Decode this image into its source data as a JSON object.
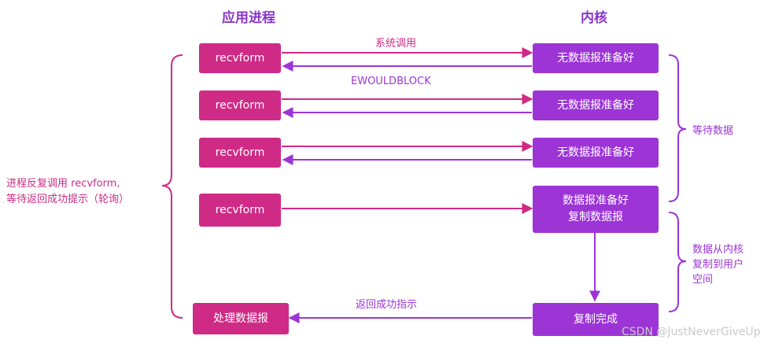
{
  "headings": {
    "app": "应用进程",
    "kernel": "内核"
  },
  "app_boxes": [
    "recvform",
    "recvform",
    "recvform",
    "recvform",
    "处理数据报"
  ],
  "kernel_boxes": [
    "无数据报准备好",
    "无数据报准备好",
    "无数据报准备好",
    "数据报准备好",
    "复制数据报",
    "复制完成"
  ],
  "arrow_labels": {
    "syscall": "系统调用",
    "ewouldblock": "EWOULDBLOCK",
    "return": "返回成功指示"
  },
  "left_note": [
    "进程反复调用 recvform,",
    "等待返回成功提示（轮询）"
  ],
  "right_notes": {
    "wait": "等待数据",
    "copy": [
      "数据从内核",
      "复制到用户",
      "空间"
    ]
  },
  "watermark": "CSDN @JustNeverGiveUp",
  "colors": {
    "pink": "#cf2a86",
    "purple": "#9c34d6"
  }
}
